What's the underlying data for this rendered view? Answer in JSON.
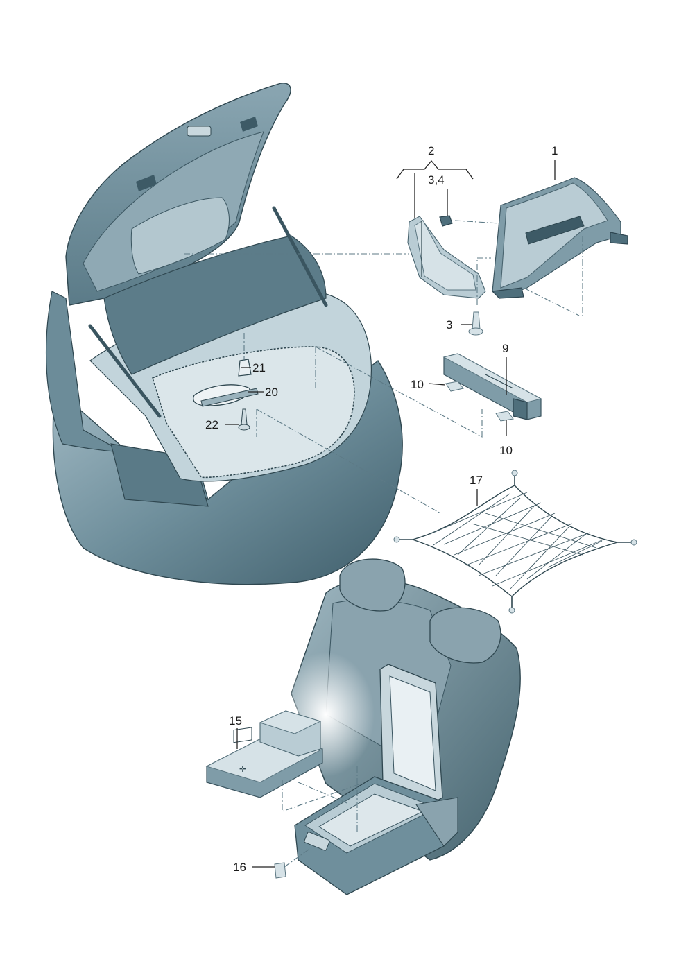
{
  "callouts": {
    "c1": "1",
    "c2": "2",
    "c34": "3,4",
    "c3": "3",
    "c9": "9",
    "c10a": "10",
    "c10b": "10",
    "c21": "21",
    "c20": "20",
    "c22": "22",
    "c17": "17",
    "c15": "15",
    "c16": "16"
  },
  "colors": {
    "body_dark": "#4f6f7c",
    "body_mid": "#7f9ca8",
    "body_light": "#b9ccd4",
    "leader": "#222222",
    "dash": "#5d7a86"
  }
}
